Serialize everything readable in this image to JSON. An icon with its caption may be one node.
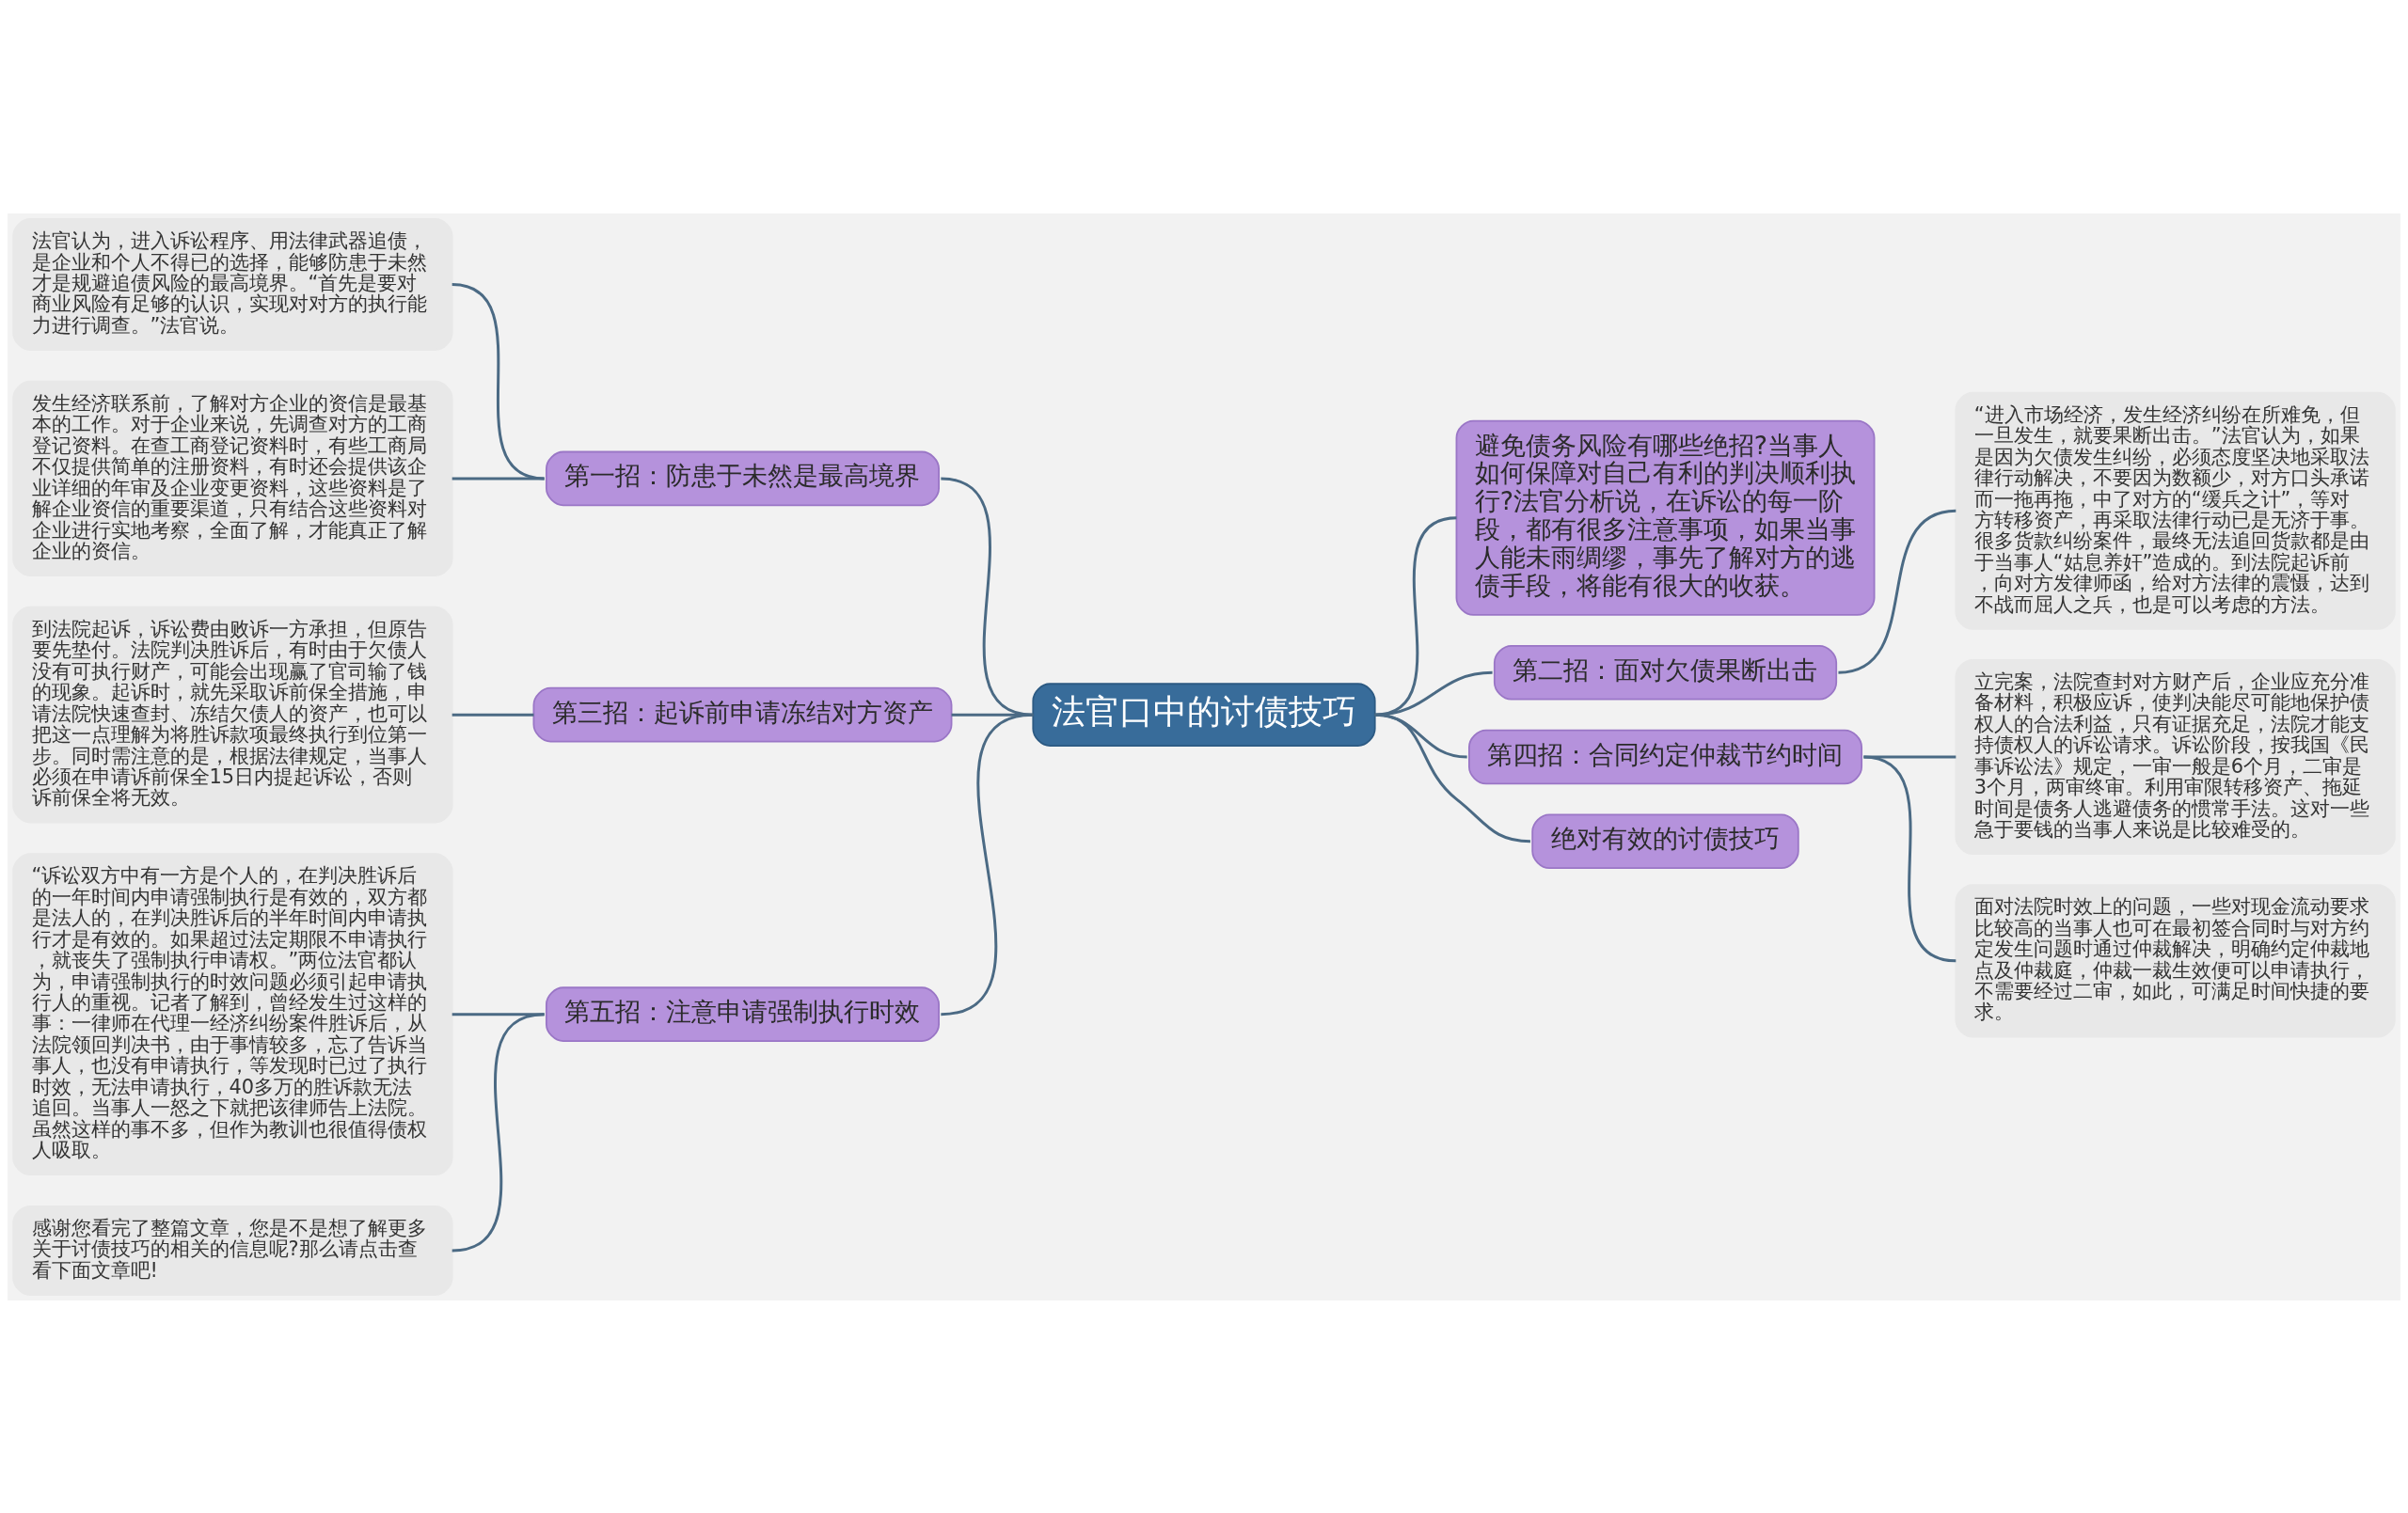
{
  "diagram": {
    "nodes": [
      {
        "text": [
          "法官口中的讨债技巧"
        ]
      },
      {
        "text": [
          "第一招：防患于未然是最高境界"
        ]
      },
      {
        "text": [
          "法官认为，进入诉讼程序、用法律武器追债，是企业和个人不得已的选择，能够防患于未然才是规避追债风险的最高境界。“首先是要对商业风险有足够的认识，实现对对方的执行能力进行调查。”法官说。"
        ]
      },
      {
        "text": [
          "发生经济联系前，了解对方企业的资信是最基本的工作。对于企业来说，先调查对方的工商登记资料。在查工商登记资料时，有些工商局不仅提供简单的注册资料，有时还会提供该企业详细的年审及企业变更资料，这些资料是了解企业资信的重要渠道，只有结合这些资料对企业进行实地考察，全面了解，才能真正了解企业的资信。"
        ]
      },
      {
        "text": [
          "第三招：起诉前申请冻结对方资产"
        ]
      },
      {
        "text": [
          "到法院起诉，诉讼费由败诉一方承担，但原告要先垫付。法院判决胜诉后，有时由于欠债人没有可执行财产，可能会出现赢了官司输了钱的现象。起诉时，就先采取诉前保全措施，申请法院快速查封、冻结欠债人的资产，也可以把这一点理解为将胜诉款项最终执行到位第一步。同时需注意的是，根据法律规定，当事人必须在申请诉前保全15日内提起诉讼，否则诉前保全将无效。"
        ]
      },
      {
        "text": [
          "第五招：注意申请强制执行时效"
        ]
      },
      {
        "text": [
          "“诉讼双方中有一方是个人的，在判决胜诉后的一年时间内申请强制执行是有效的，双方都是法人的，在判决胜诉后的半年时间内申请执行才是有效的。如果超过法定期限不申请执行，就丧失了强制执行申请权。”两位法官都认为，申请强制执行的时效问题必须引起申请执行人的重视。记者了解到，曾经发生过这样的事：一律师在代理一经济纠纷案件胜诉后，从法院领回判决书，由于事情较多，忘了告诉当事人，也没有申请执行，等发现时已过了执行时效，无法申请执行，40多万的胜诉款无法追回。当事人一怒之下就把该律师告上法院。虽然这样的事不多，但作为教训也很值得债权人吸取。"
        ]
      },
      {
        "text": [
          "感谢您看完了整篇文章，您是不是想了解更多关于讨债技巧的相关的信息呢?那么请点击查看下面文章吧!"
        ]
      },
      {
        "text": [
          "避免债务风险有哪些绝招?当事人如何保障对自己有利的判决顺利执行?法官分析说，在诉讼的每一阶段，都有很多注意事项，如果当事人能未雨绸缪，事先了解对方的逃债手段，将能有很大的收获。"
        ]
      },
      {
        "text": [
          "第二招：面对欠债果断出击"
        ]
      },
      {
        "text": [
          "“进入市场经济，发生经济纠纷在所难免，但一旦发生，就要果断出击。”法官认为，如果是因为欠债发生纠纷，必须态度坚决地采取法律行动解决，不要因为数额少，对方口头承诺而一拖再拖，中了对方的“缓兵之计”，等对方转移资产，再采取法律行动已是无济于事。很多货款纠纷案件，最终无法追回货款都是由于当事人“姑息养奸”造成的。到法院起诉前，向对方发律师函，给对方法律的震慑，达到不战而屈人之兵，也是可以考虑的方法。"
        ]
      },
      {
        "text": [
          "第四招：合同约定仲裁节约时间"
        ]
      },
      {
        "text": [
          "立完案，法院查封对方财产后，企业应充分准备材料，积极应诉，使判决能尽可能地保护债权人的合法利益，只有证据充足，法院才能支持债权人的诉讼请求。诉讼阶段，按我国《民事诉讼法》规定，一审一般是6个月，二审是3个月，两审终审。利用审限转移资产、拖延时间是债务人逃避债务的惯常手法。这对一些急于要钱的当事人来说是比较难受的。"
        ]
      },
      {
        "text": [
          "面对法院时效上的问题，一些对现金流动要求比较高的当事人也可在最初签合同时与对方约定发生问题时通过仲裁解决，明确约定仲裁地点及仲裁庭，仲裁一裁生效便可以申请执行，不需要经过二审，如此，可满足时间快捷的要求。"
        ]
      },
      {
        "text": [
          "绝对有效的讨债技巧"
        ]
      }
    ],
    "edges": [
      {
        "from": 0,
        "to": 1,
        "arrow": "none"
      },
      {
        "from": 1,
        "to": 2,
        "arrow": "none"
      },
      {
        "from": 1,
        "to": 3,
        "arrow": "none"
      },
      {
        "from": 0,
        "to": 4,
        "arrow": "none"
      },
      {
        "from": 4,
        "to": 5,
        "arrow": "none"
      },
      {
        "from": 0,
        "to": 6,
        "arrow": "none"
      },
      {
        "from": 6,
        "to": 7,
        "arrow": "none"
      },
      {
        "from": 6,
        "to": 8,
        "arrow": "none"
      },
      {
        "from": 0,
        "to": 9,
        "arrow": "none"
      },
      {
        "from": 0,
        "to": 10,
        "arrow": "none"
      },
      {
        "from": 10,
        "to": 11,
        "arrow": "none"
      },
      {
        "from": 0,
        "to": 12,
        "arrow": "none"
      },
      {
        "from": 12,
        "to": 13,
        "arrow": "none"
      },
      {
        "from": 12,
        "to": 14,
        "arrow": "none"
      },
      {
        "from": 0,
        "to": 15,
        "arrow": "none"
      }
    ]
  }
}
